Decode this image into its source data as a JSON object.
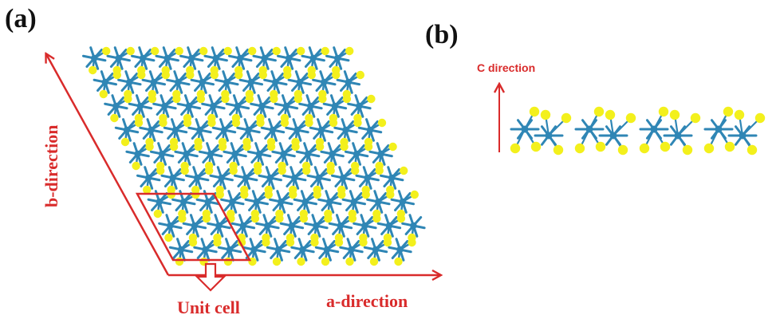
{
  "panels": {
    "a": {
      "label": "(a)"
    },
    "b": {
      "label": "(b)"
    }
  },
  "labels": {
    "b_direction": "b-direction",
    "a_direction": "a-direction",
    "unit_cell": "Unit cell",
    "c_direction": "C direction"
  },
  "colors": {
    "annotation": "#d92b2b",
    "metal_atom": "#2f86b5",
    "chalcogen_atom": "#f3f01c",
    "label": "#111111"
  },
  "structure": {
    "top_view_rows": 9,
    "top_view_cols": 11,
    "side_view_units": 4
  }
}
